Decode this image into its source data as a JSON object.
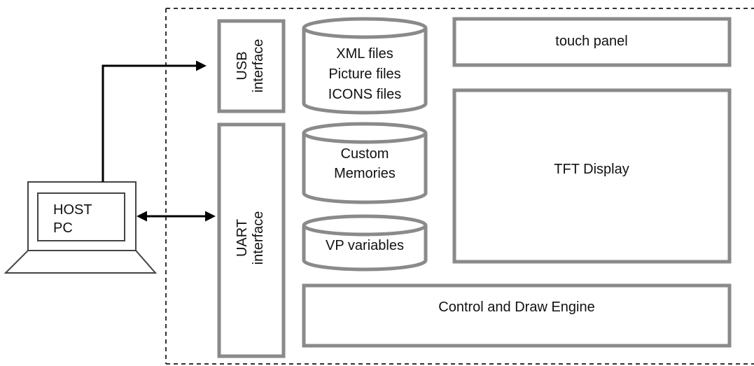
{
  "diagram": {
    "host": {
      "line1": "HOST",
      "line2": "PC"
    },
    "usb": {
      "line1": "USB",
      "line2": "interface"
    },
    "uart": {
      "line1": "UART",
      "line2": "interface"
    },
    "storage": {
      "files": [
        "XML files",
        "Picture files",
        "ICONS files"
      ],
      "memories": [
        "Custom",
        "Memories"
      ],
      "variables": "VP variables"
    },
    "touch_panel": "touch panel",
    "tft_display": "TFT Display",
    "engine": "Control and Draw Engine"
  },
  "colors": {
    "box_stroke": "#8a8a8a",
    "arrow": "#000000",
    "boundary": "#333333"
  }
}
